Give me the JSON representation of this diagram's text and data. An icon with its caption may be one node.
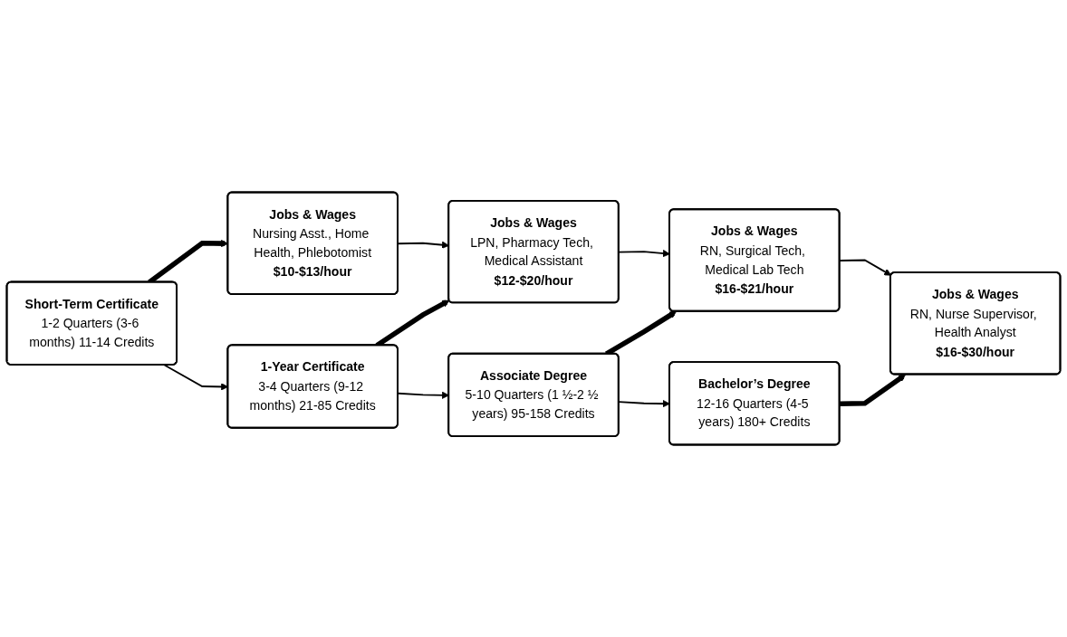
{
  "diagram": {
    "nodes": [
      {
        "text": [
          "Jobs & Wages",
          "Nursing Asst., Home Health, Phlebotomist",
          "$10-$13/hour"
        ]
      },
      {
        "text": [
          "Jobs & Wages",
          "LPN, Pharmacy Tech, Medical Assistant",
          "$12-$20/hour"
        ]
      },
      {
        "text": [
          "Jobs & Wages",
          "RN, Surgical Tech, Medical Lab Tech",
          "$16-$21/hour"
        ]
      },
      {
        "text": [
          "Jobs & Wages",
          "RN, Nurse Supervisor, Health Analyst",
          "$16-$30/hour"
        ]
      },
      {
        "text": [
          "Short-Term Certificate",
          "1-2 Quarters (3-6 months) 11-14 Credits"
        ]
      },
      {
        "text": [
          "1-Year Certificate",
          "3-4 Quarters (9-12 months) 21-85 Credits"
        ]
      },
      {
        "text": [
          "Associate Degree",
          "5-10 Quarters (1 ½-2 ½ years) 95-158 Credits"
        ]
      },
      {
        "text": [
          "Bachelor’s Degree",
          "12-16 Quarters (4-5 years) 180+ Credits"
        ]
      }
    ],
    "edges": [
      {
        "from": 4,
        "to": 0,
        "arrow": "to",
        "style": "thick"
      },
      {
        "from": 0,
        "to": 1,
        "arrow": "to"
      },
      {
        "from": 4,
        "to": 5,
        "arrow": "to"
      },
      {
        "from": 5,
        "to": 1,
        "arrow": "to",
        "style": "thick"
      },
      {
        "from": 1,
        "to": 2,
        "arrow": "to"
      },
      {
        "from": 5,
        "to": 6,
        "arrow": "to"
      },
      {
        "from": 6,
        "to": 2,
        "arrow": "to",
        "style": "thick"
      },
      {
        "from": 2,
        "to": 3,
        "arrow": "to"
      },
      {
        "from": 6,
        "to": 7,
        "arrow": "to"
      },
      {
        "from": 7,
        "to": 3,
        "arrow": "to",
        "style": "thick"
      }
    ]
  }
}
